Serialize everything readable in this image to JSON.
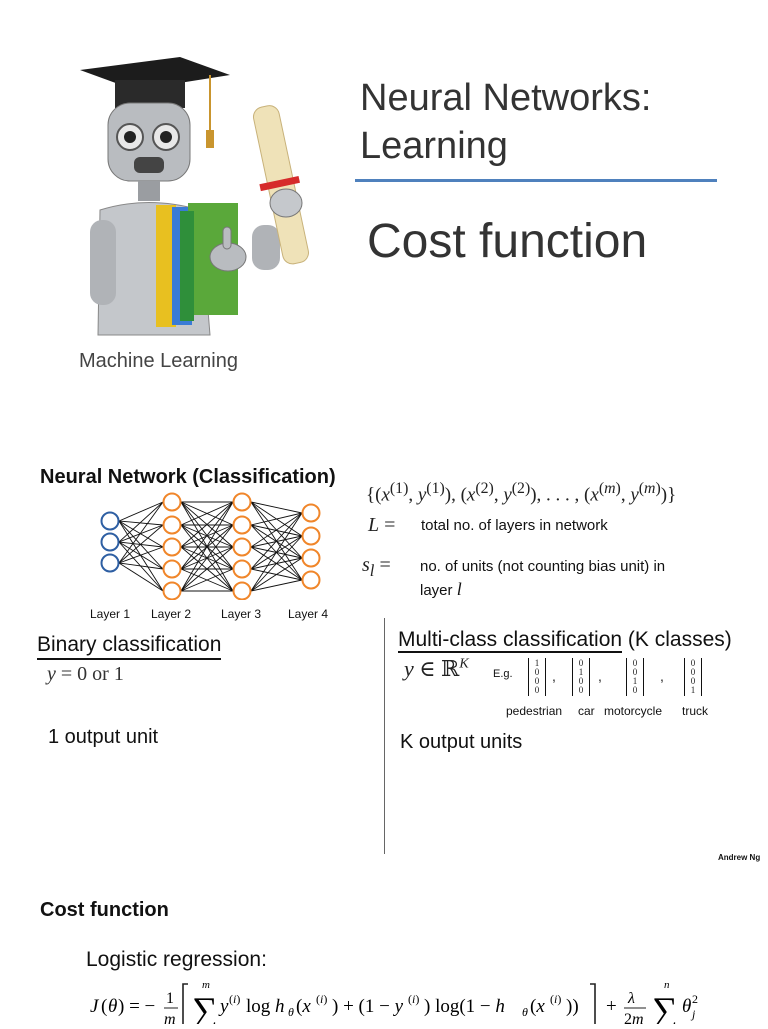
{
  "slide1": {
    "title_line1": "Neural Networks:",
    "title_line2": "Learning",
    "subtitle": "Cost function",
    "caption": "Machine Learning",
    "accent_color": "#4f81bd"
  },
  "slide2": {
    "title": "Neural Network (Classification)",
    "layer_labels": [
      "Layer 1",
      "Layer 2",
      "Layer 3",
      "Layer 4"
    ],
    "training_set": "{(x(1), y(1)), (x(2), y(2)), . . . , (x(m), y(m))}",
    "L_symbol": "L =",
    "L_definition": "total no. of layers in network",
    "s_symbol": "sl =",
    "s_definition": "no. of units (not counting bias unit) in",
    "s_definition_line2": "layer",
    "s_definition_var": "l",
    "binary": {
      "heading": "Binary classification",
      "equation": "y = 0 or 1",
      "output": "1 output unit"
    },
    "multiclass": {
      "heading_underlined": "Multi-class classification",
      "heading_rest": " (K classes)",
      "equation": "y ∈ ℝK",
      "eg": "E.g.",
      "vectors": [
        [
          "1",
          "0",
          "0",
          "0"
        ],
        [
          "0",
          "1",
          "0",
          "0"
        ],
        [
          "0",
          "0",
          "1",
          "0"
        ],
        [
          "0",
          "0",
          "0",
          "1"
        ]
      ],
      "class_labels": [
        "pedestrian",
        "car",
        "motorcycle",
        "truck"
      ],
      "output": "K output units"
    },
    "credit": "Andrew Ng",
    "input_color": "#2e5fa3",
    "hidden_color": "#f0862a"
  },
  "slide3": {
    "title": "Cost function",
    "subtitle": "Logistic regression:",
    "equation": "J(θ) = − 1/m [ Σ y(i) log hθ(x(i)) + (1 − y(i)) log(1 − hθ(x(i))) ] + λ/2m Σ θj²"
  }
}
